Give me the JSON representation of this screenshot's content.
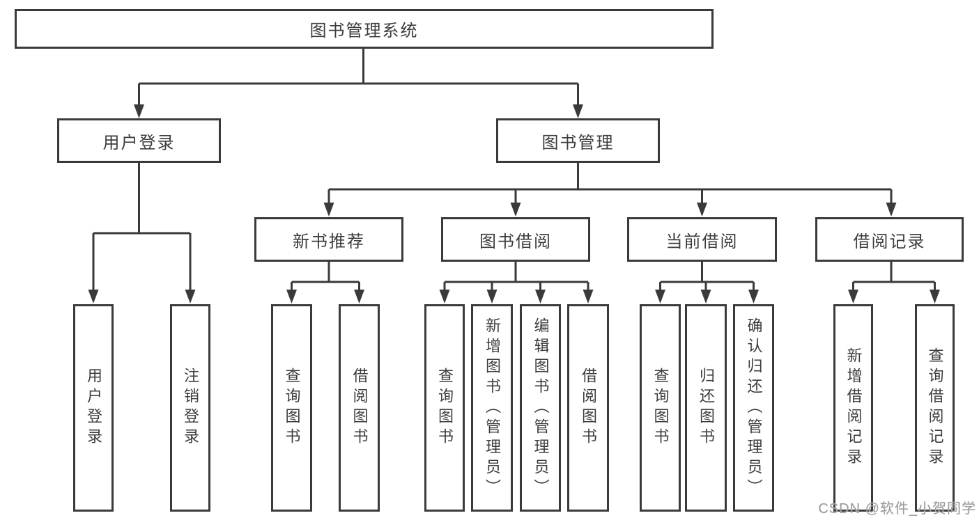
{
  "diagram": {
    "title": "图书管理系统",
    "modules": [
      {
        "label": "用户登录",
        "children": [
          "用户登录",
          "注销登录"
        ]
      },
      {
        "label": "图书管理",
        "submodules": [
          {
            "label": "新书推荐",
            "children": [
              "查询图书",
              "借阅图书"
            ]
          },
          {
            "label": "图书借阅",
            "children": [
              "查询图书",
              "新增图书（管理员）",
              "编辑图书（管理员）",
              "借阅图书"
            ]
          },
          {
            "label": "当前借阅",
            "children": [
              "查询图书",
              "归还图书",
              "确认归还（管理员）"
            ]
          },
          {
            "label": "借阅记录",
            "children": [
              "新增借阅记录",
              "查询借阅记录"
            ]
          }
        ]
      }
    ]
  },
  "watermark": {
    "text": "CSDN @软件_小贺同学"
  },
  "colors": {
    "line": "#3a3a3a",
    "text": "#3d3d3d",
    "watermark": "#9e9e9e",
    "background": "#ffffff"
  }
}
